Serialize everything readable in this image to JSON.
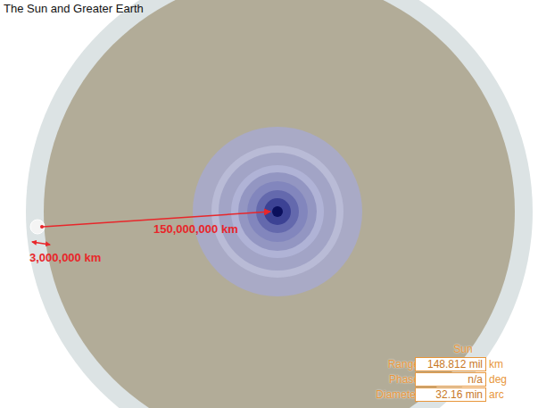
{
  "diagram": {
    "title": "The Sun and Greater Earth",
    "labels": [
      "150,000,000 km",
      "3,000,000 km",
      "Sun",
      "Range",
      "148.812 mil",
      "km",
      "Phase",
      "n/a",
      "deg",
      "Diameter",
      "32.16 min",
      "arc"
    ]
  }
}
